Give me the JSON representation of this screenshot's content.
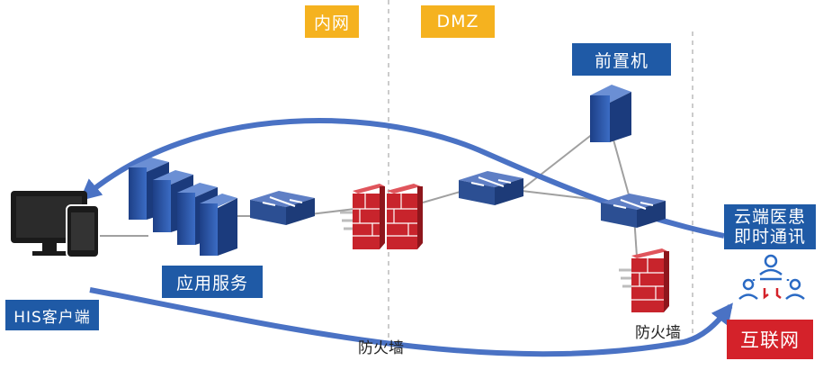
{
  "zones": {
    "internal": "内网",
    "dmz": "DMZ"
  },
  "nodes": {
    "front_server": "前置机",
    "app_server": "应用服务",
    "his_client": "HIS客户端",
    "cloud_im_line1": "云端医患",
    "cloud_im_line2": "即时通讯",
    "internet": "互联网",
    "firewall_1": "防火墙",
    "firewall_2": "防火墙"
  },
  "colors": {
    "zone_tag": "#f5b21f",
    "label_blue": "#1f5aa6",
    "label_red": "#d4222a",
    "flow_arrow": "#4a72c4",
    "firewall": "#c8242c",
    "switch": "#2c4f93",
    "server": "#2f5db0",
    "dashed_divider": "#bbbbbb"
  },
  "icons": [
    "desktop-monitor-icon",
    "tablet-icon",
    "server-rack-icon",
    "switch-icon",
    "firewall-icon",
    "tower-server-icon",
    "people-network-icon"
  ]
}
